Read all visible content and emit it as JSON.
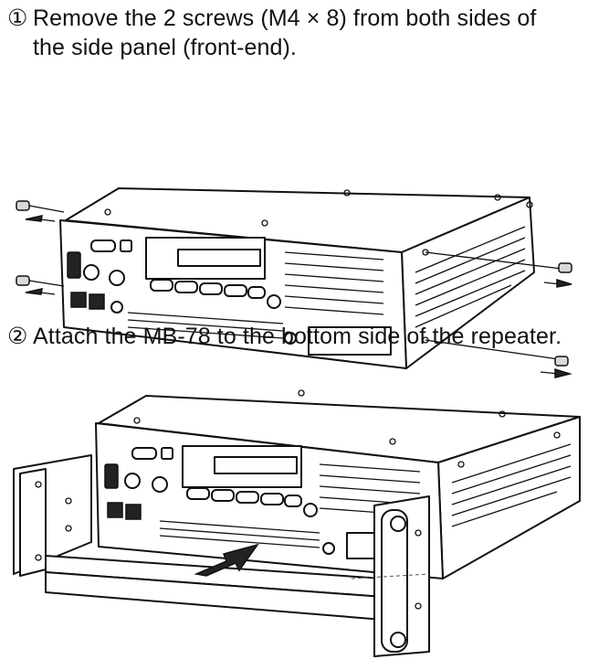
{
  "steps": [
    {
      "number": "①",
      "text_line1": "Remove the 2 screws (M4 × 8) from both sides of",
      "text_line2": "the side panel (front-end)."
    },
    {
      "number": "②",
      "text_line1": "Attach the MB-78 to the bottom side of the repeater."
    }
  ],
  "figures": [
    {
      "subject": "repeater-with-screws-removed",
      "screw_count_per_side": 2
    },
    {
      "subject": "repeater-with-mb78-bracket"
    }
  ]
}
